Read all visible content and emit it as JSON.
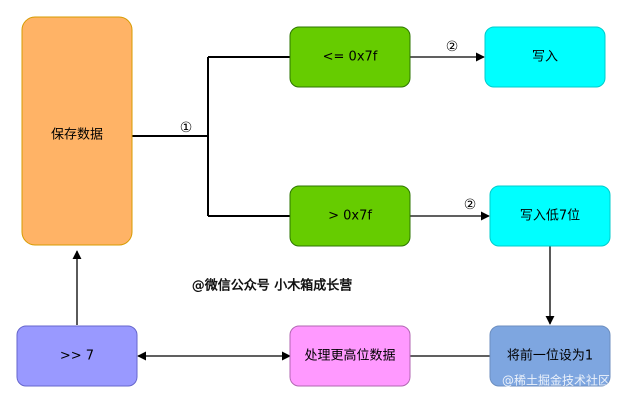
{
  "nodes": {
    "save": {
      "label": "保存数据",
      "fill": "#ffb366",
      "stroke": "#d79b00"
    },
    "le7f": {
      "label": "<= 0x7f",
      "fill": "#66cc00",
      "stroke": "#2d7600"
    },
    "gt7f": {
      "label": "> 0x7f",
      "fill": "#66cc00",
      "stroke": "#2d7600"
    },
    "write": {
      "label": "写入",
      "fill": "#00ffff",
      "stroke": "#00cccc"
    },
    "write_low7": {
      "label": "写入低7位",
      "fill": "#00ffff",
      "stroke": "#00cccc"
    },
    "set_bit": {
      "label": "将前一位设为1",
      "fill": "#7ea6e0",
      "stroke": "#6c8ebf"
    },
    "process_high": {
      "label": "处理更高位数据",
      "fill": "#ff99ff",
      "stroke": "#b266b2"
    },
    "shift7": {
      "label": ">> 7",
      "fill": "#9999ff",
      "stroke": "#6666cc"
    }
  },
  "labels": {
    "step1": "①",
    "step2_top": "②",
    "step2_bottom": "②"
  },
  "watermark": "@微信公众号 小木箱成长营",
  "juejin_mark": "@稀土掘金技术社区"
}
